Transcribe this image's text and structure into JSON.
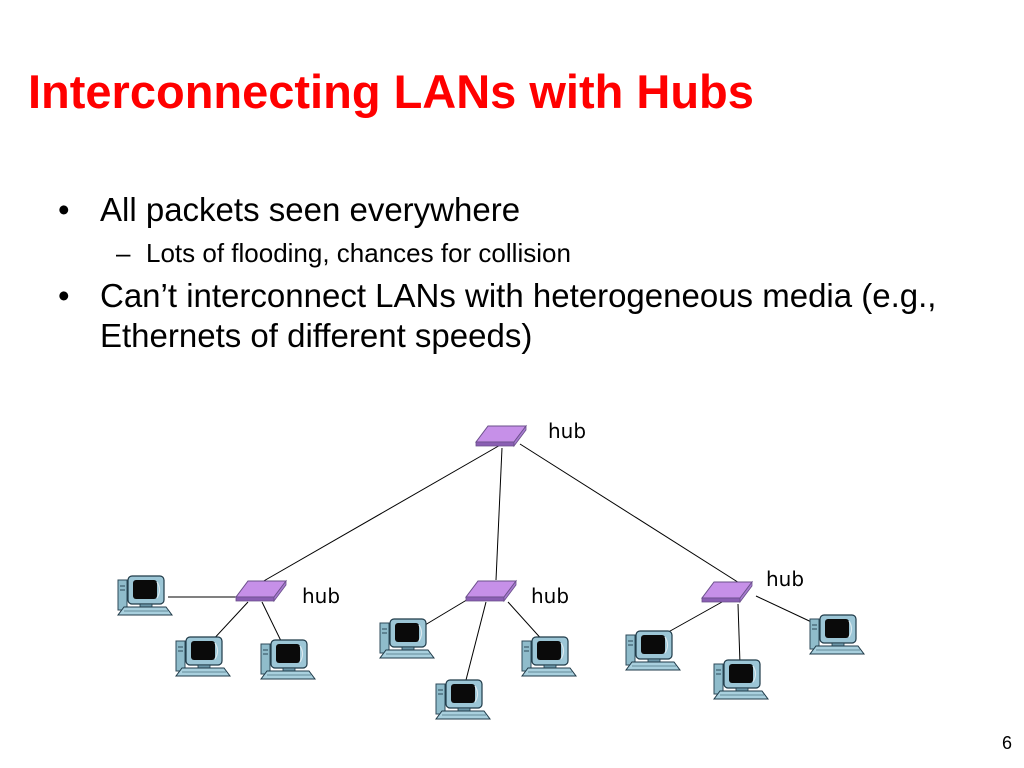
{
  "slide": {
    "title": "Interconnecting LANs with Hubs",
    "bullets": [
      {
        "text": "All packets seen everywhere",
        "sub": [
          "Lots of flooding, chances for collision"
        ]
      },
      {
        "text": "Can’t interconnect LANs with heterogeneous media (e.g., Ethernets of different speeds)",
        "sub": []
      }
    ],
    "page_number": "6",
    "bullet_mark": "•",
    "sub_mark": "–"
  },
  "diagram": {
    "hub_labels": {
      "top": "hub",
      "left": "hub",
      "middle": "hub",
      "right": "hub"
    },
    "hub_color": "#c48fe0",
    "link_color": "#000000",
    "computer_icon": "desktop-computer-icon"
  }
}
